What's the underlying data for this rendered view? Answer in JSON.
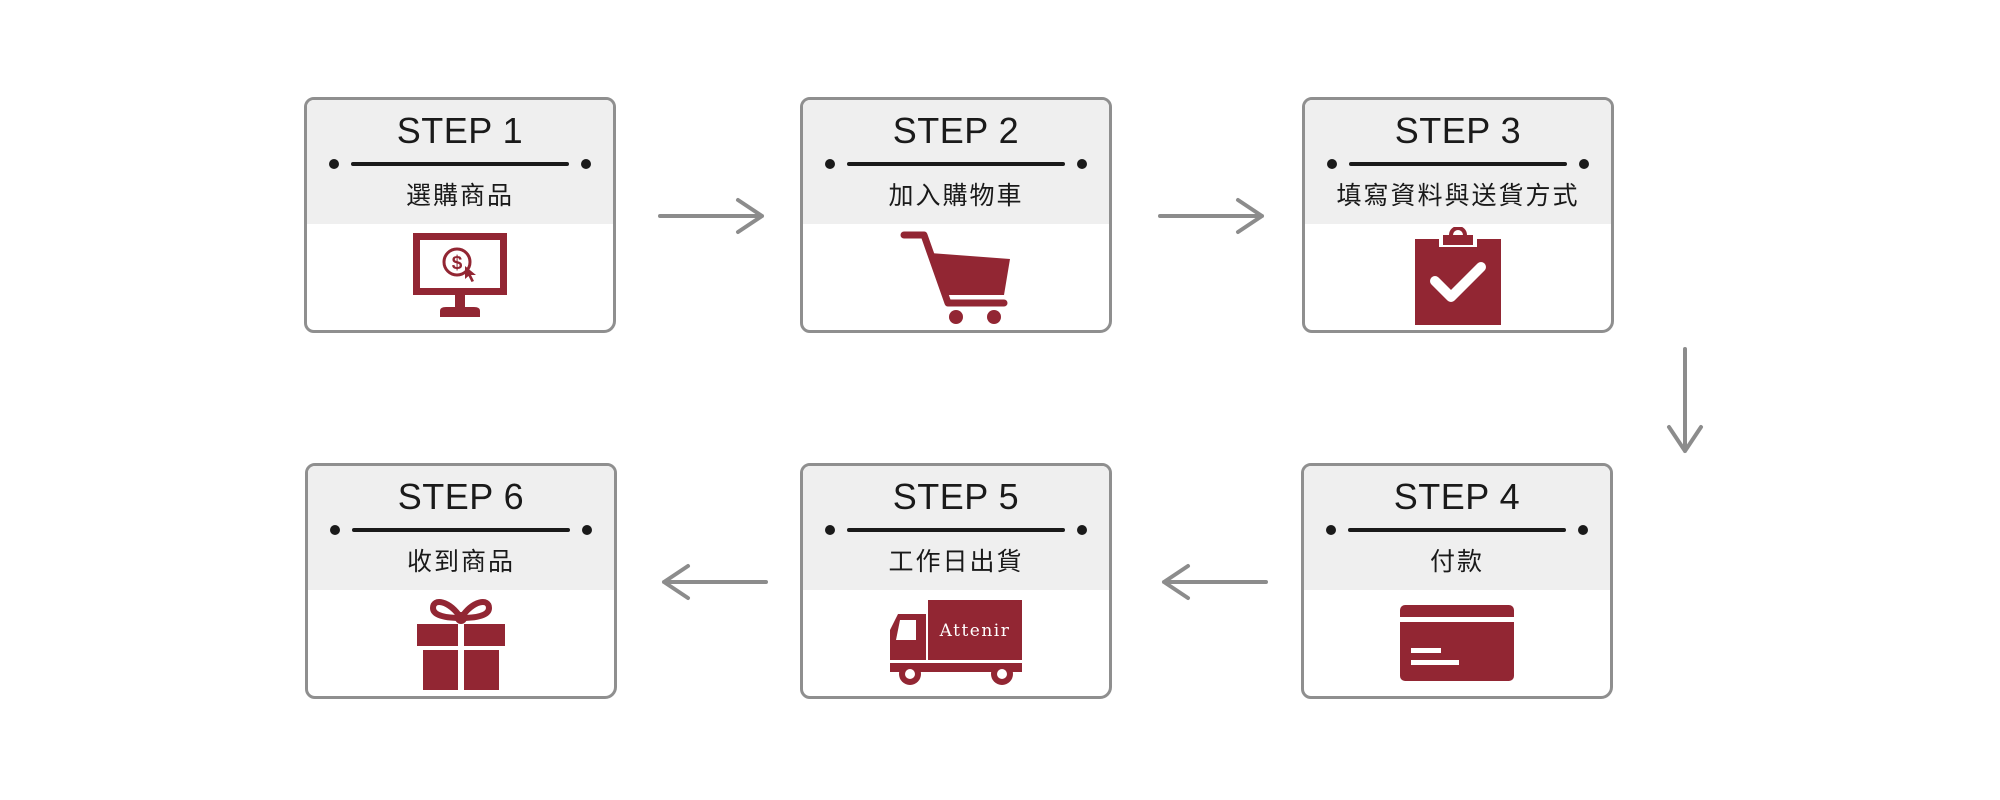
{
  "steps": [
    {
      "title": "STEP 1",
      "label": "選購商品",
      "icon": "monitor-dollar-icon"
    },
    {
      "title": "STEP 2",
      "label": "加入購物車",
      "icon": "shopping-cart-icon"
    },
    {
      "title": "STEP 3",
      "label": "填寫資料與送貨方式",
      "icon": "clipboard-check-icon"
    },
    {
      "title": "STEP 4",
      "label": "付款",
      "icon": "credit-card-icon"
    },
    {
      "title": "STEP 5",
      "label": "工作日出貨",
      "icon": "delivery-truck-icon",
      "truck_text": "Attenir"
    },
    {
      "title": "STEP 6",
      "label": "收到商品",
      "icon": "gift-box-icon"
    }
  ],
  "colors": {
    "icon": "#922633",
    "border": "#8f8f8f",
    "header_bg": "#efefef",
    "arrow": "#8c8c8c",
    "text": "#1a1a1a"
  }
}
